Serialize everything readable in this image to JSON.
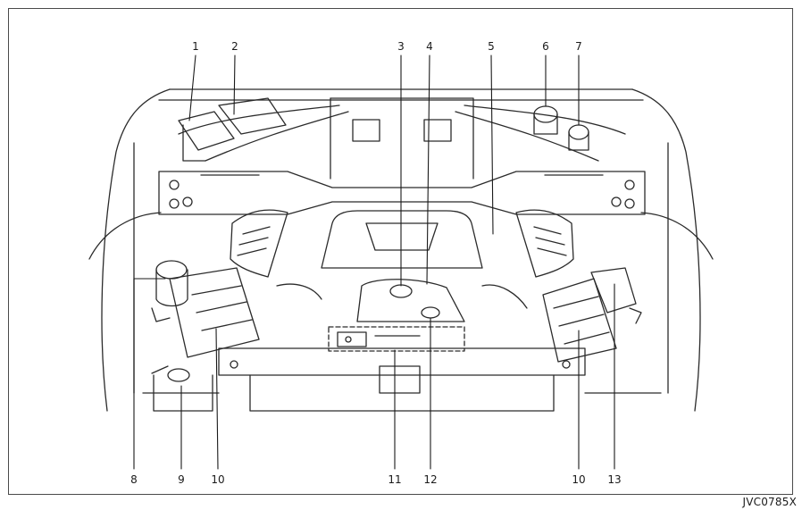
{
  "callouts": [
    "1",
    "2",
    "3",
    "4",
    "5",
    "6",
    "7",
    "8",
    "9",
    "10",
    "11",
    "12",
    "13"
  ],
  "bottom_callouts": {
    "c8": "8",
    "c9": "9",
    "c10a": "10",
    "c11": "11",
    "c12": "12",
    "c10b": "10",
    "c13": "13"
  },
  "figure_code": "JVC0785X"
}
